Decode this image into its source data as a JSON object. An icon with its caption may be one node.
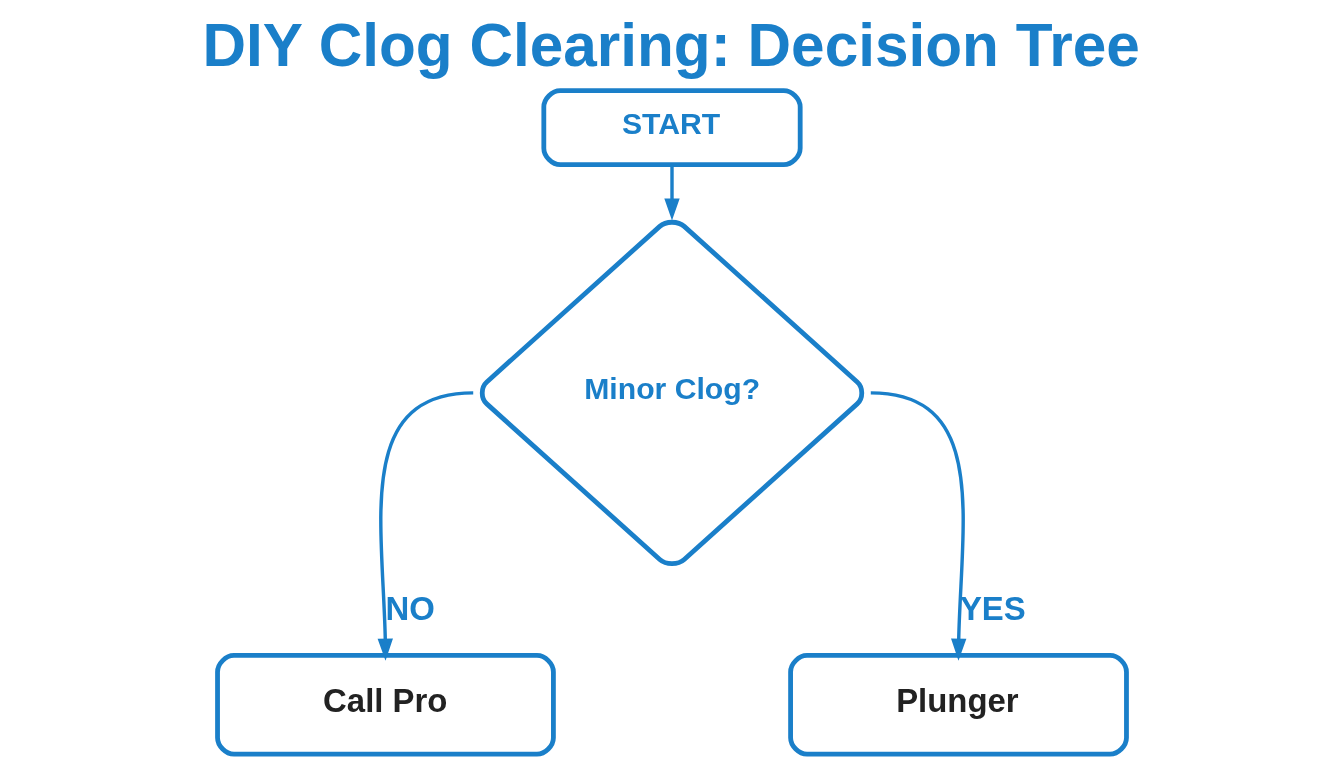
{
  "diagram": {
    "title": "DIY Clog Clearing: Decision Tree",
    "nodes": [
      {
        "text": [
          "START"
        ]
      },
      {
        "text": [
          "Minor Clog?"
        ]
      },
      {
        "text": [
          "Call Pro"
        ]
      },
      {
        "text": [
          "Plunger"
        ]
      }
    ],
    "edges": [
      {
        "from": 0,
        "to": 1,
        "arrow": "to"
      },
      {
        "from": 1,
        "to": 2,
        "label": "NO",
        "arrow": "to"
      },
      {
        "from": 1,
        "to": 3,
        "label": "YES",
        "arrow": "to"
      }
    ]
  }
}
